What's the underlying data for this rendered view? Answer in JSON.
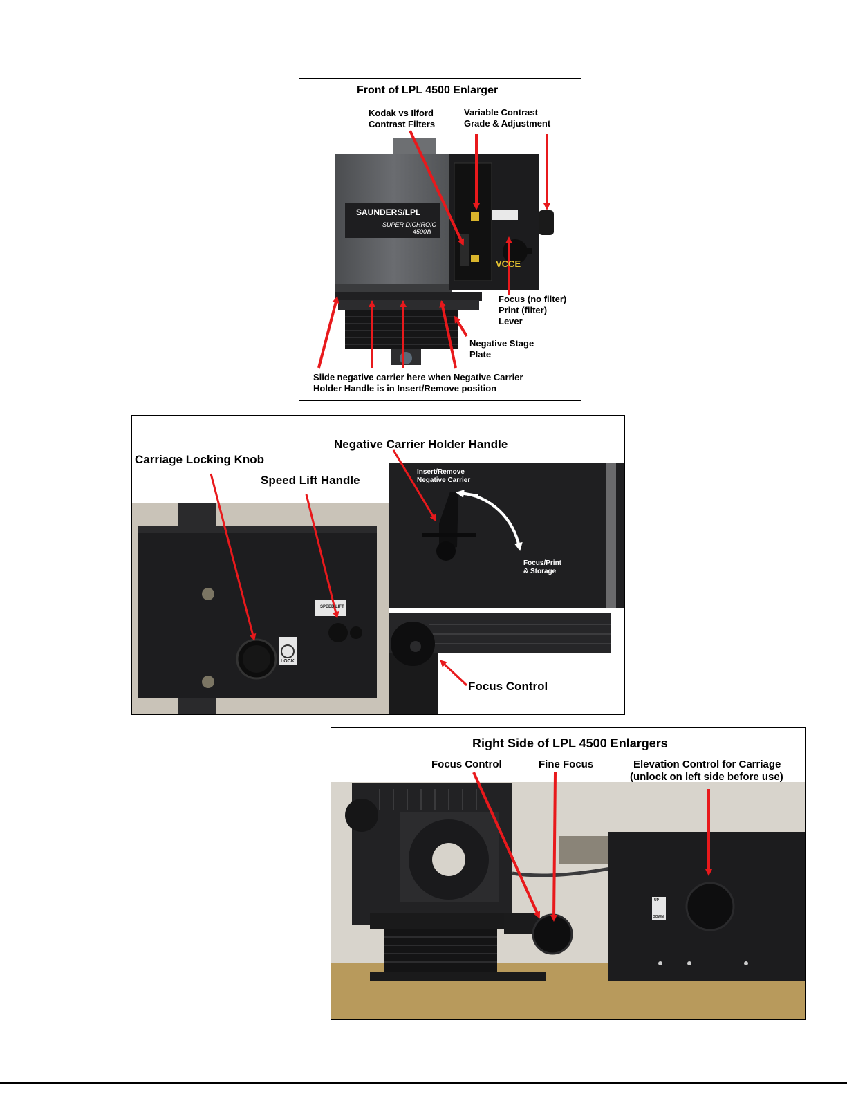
{
  "front": {
    "title": "Front of LPL 4500 Enlarger",
    "label_filters_1": "Kodak vs Ilford",
    "label_filters_2": "Contrast Filters",
    "label_vc_1": "Variable Contrast",
    "label_vc_2": "Grade & Adjustment",
    "label_focus_1": "Focus (no filter)",
    "label_focus_2": "Print (filter)",
    "label_focus_3": "Lever",
    "label_stage_1": "Negative Stage",
    "label_stage_2": "Plate",
    "label_slide_1": "Slide negative carrier here when Negative Carrier",
    "label_slide_2": "Holder Handle is in Insert/Remove position",
    "brand": "SAUNDERS/LPL",
    "model_1": "SUPER DICHROIC",
    "model_2": "4500Ⅲ",
    "vcce": "VCCE"
  },
  "left": {
    "label_handle": "Negative Carrier Holder Handle",
    "label_locking": "Carriage Locking Knob",
    "label_speedlift": "Speed Lift Handle",
    "label_focus": "Focus Control",
    "insert_1": "Insert/Remove",
    "insert_2": "Negative Carrier",
    "print_1": "Focus/Print",
    "print_2": "& Storage",
    "lock": "LOCK",
    "speedlift_plate": "SPEED LIFT"
  },
  "right": {
    "title": "Right Side of LPL 4500 Enlargers",
    "label_focus": "Focus Control",
    "label_fine": "Fine Focus",
    "label_elev_1": "Elevation Control for Carriage",
    "label_elev_2": "(unlock on left side before use)",
    "updown_1": "UP",
    "updown_2": "DOWN"
  },
  "colors": {
    "arrow": "#e8191c",
    "housing_gray": "#55575a",
    "black_metal": "#1b1b1d",
    "wall": "#c9c3b8"
  }
}
